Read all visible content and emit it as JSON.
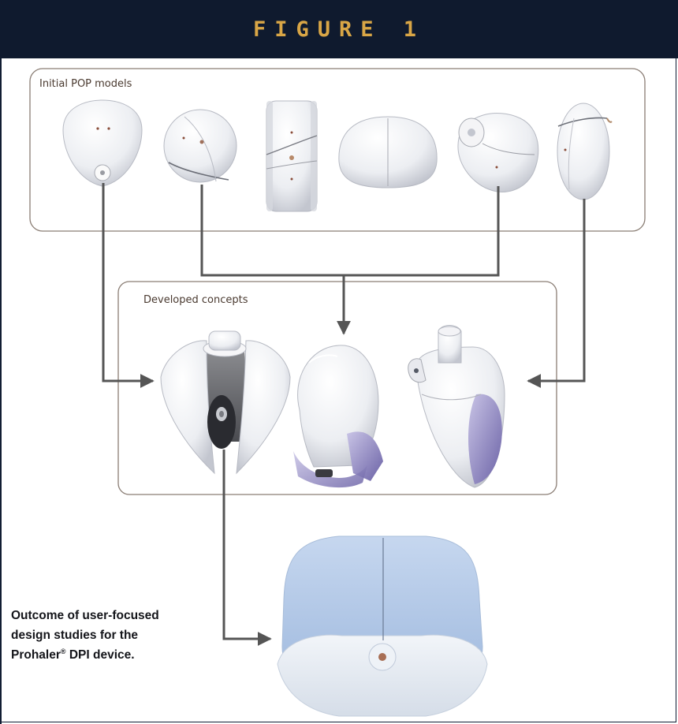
{
  "figure": {
    "title": "FIGURE 1"
  },
  "groups": {
    "initial_label": "Initial POP models",
    "developed_label": "Developed concepts"
  },
  "caption": {
    "line1": "Outcome of user-focused",
    "line2": "design studies for the",
    "line3_prefix": "Prohaler",
    "line3_mark": "®",
    "line3_suffix": " DPI device."
  },
  "colors": {
    "header_bg": "#0f1a2e",
    "header_text": "#d9a646",
    "arrow": "#555555",
    "group_border": "#8a7d74",
    "device_white": "#f1f1f4",
    "device_purple": "#8a80bd",
    "final_blue": "#b5cbe8"
  }
}
